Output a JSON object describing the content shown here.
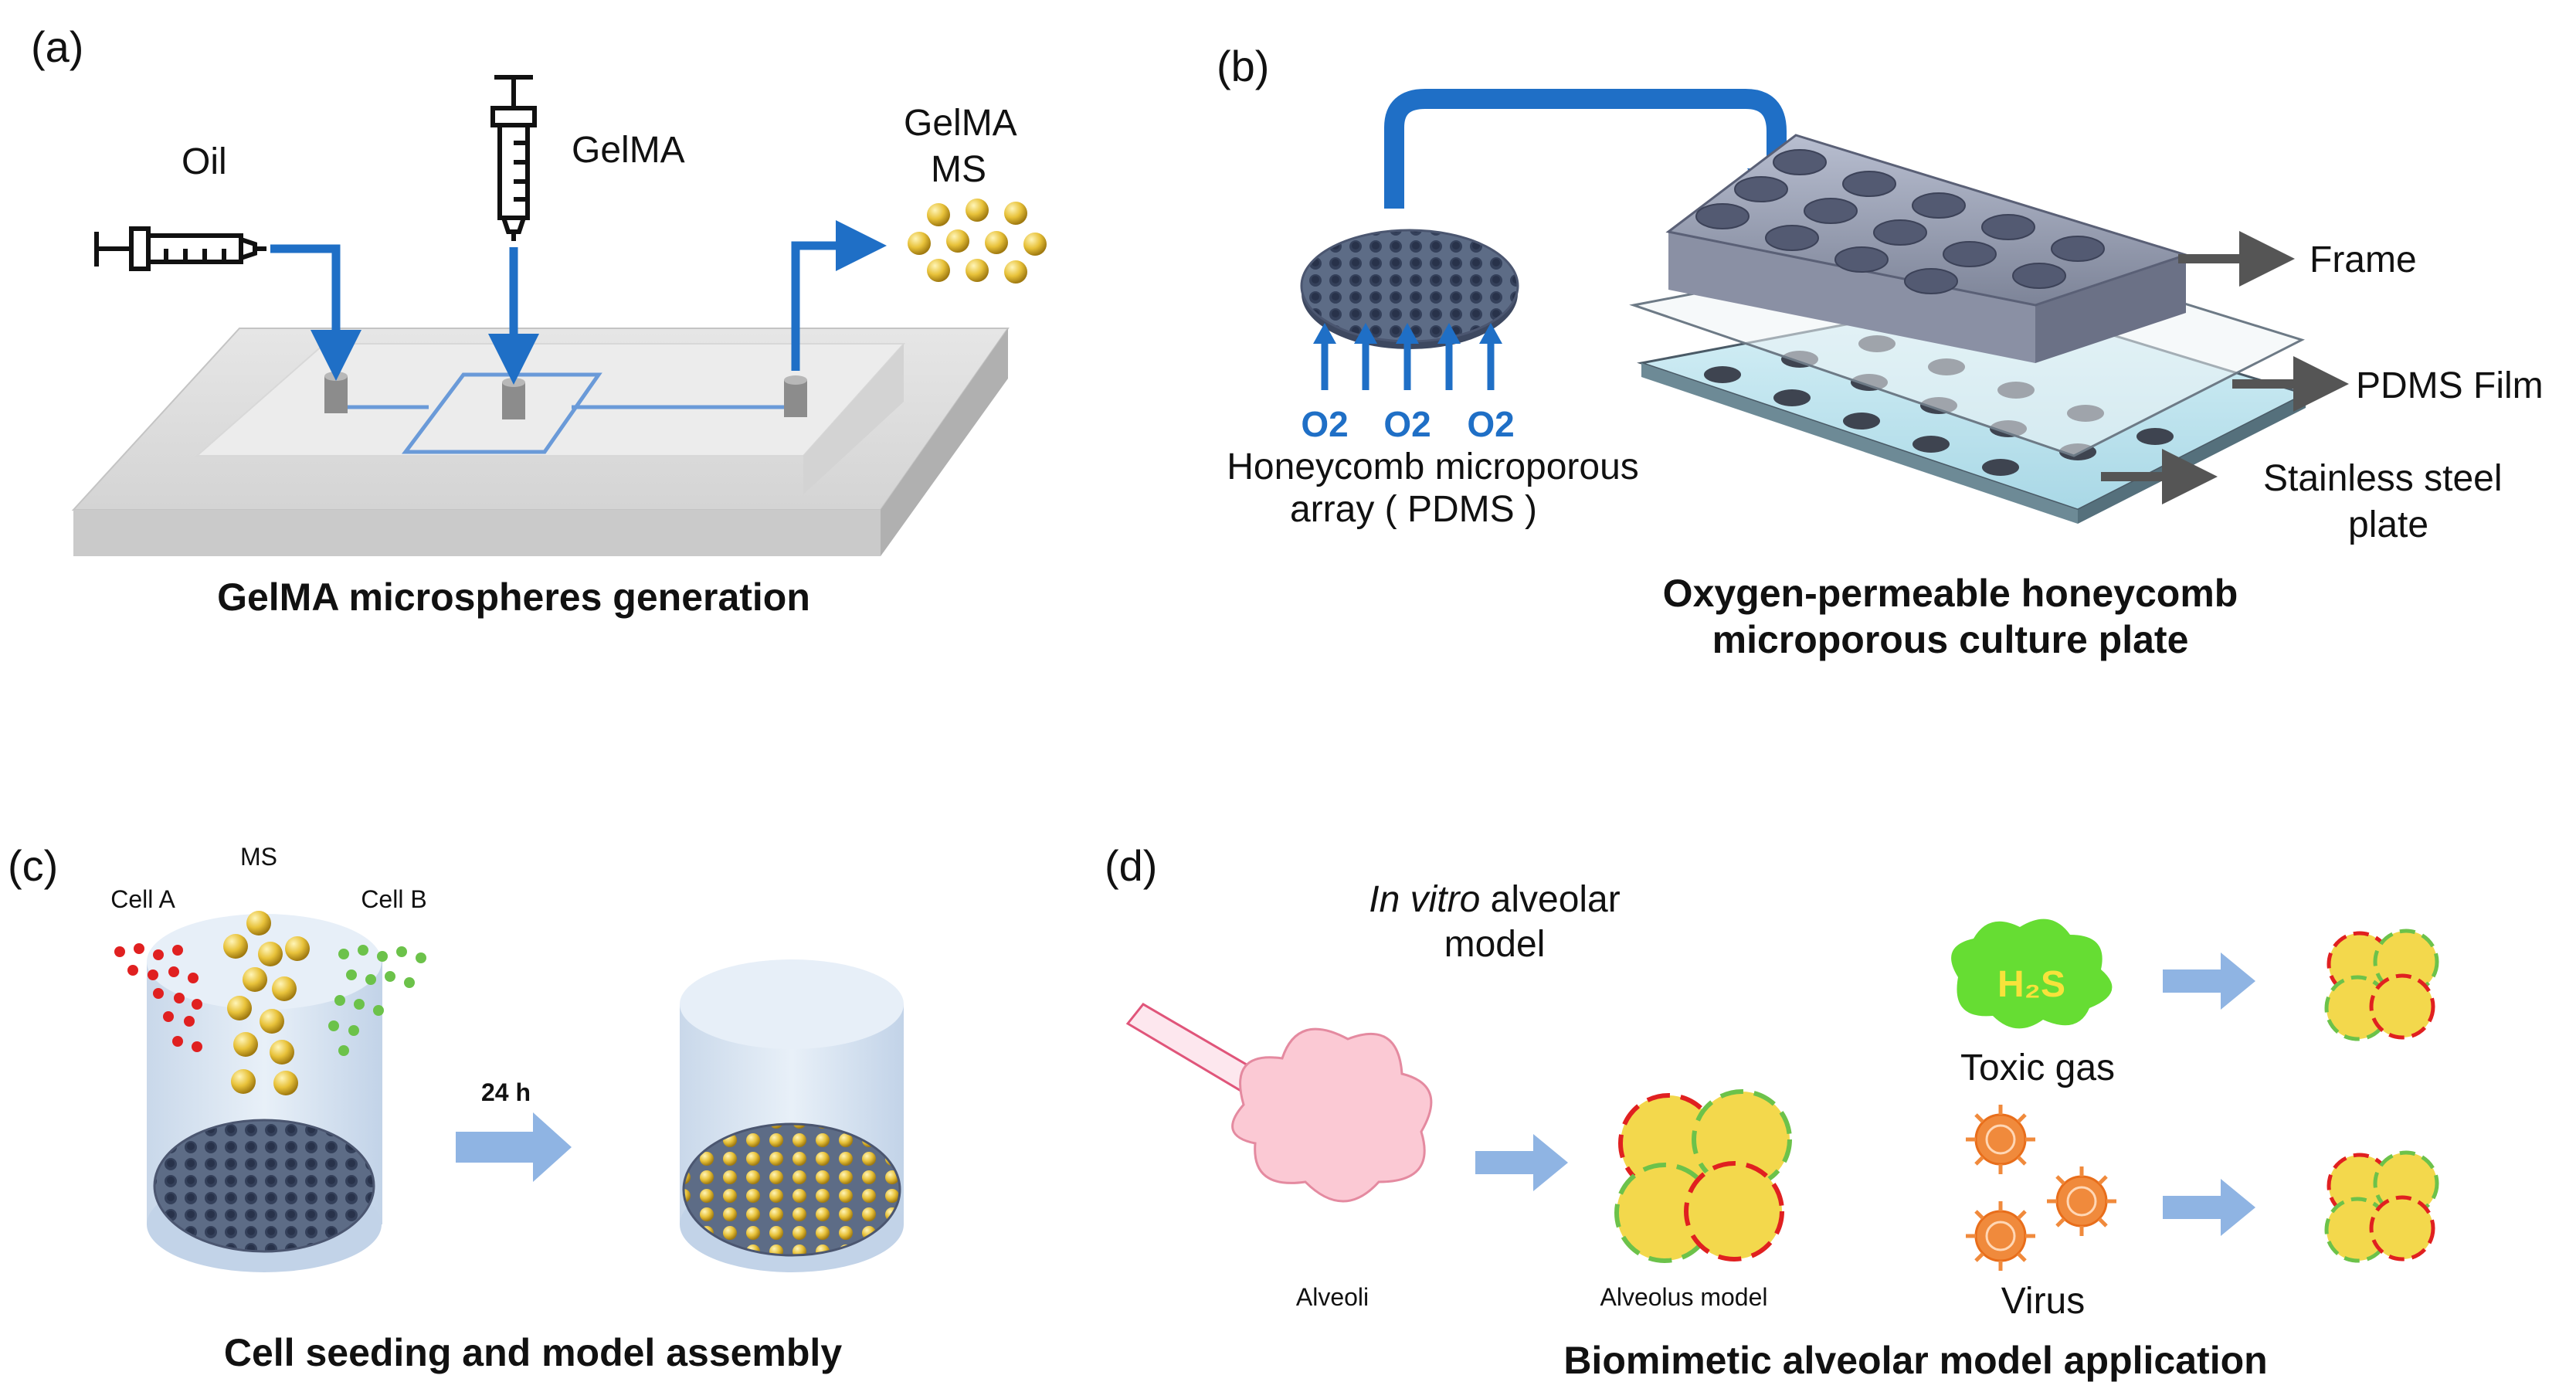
{
  "panel_a": {
    "tag": "(a)",
    "oil_label": "Oil",
    "gelma_label": "GelMA",
    "ms_label_line1": "GelMA",
    "ms_label_line2": "MS",
    "title": "GelMA microspheres generation"
  },
  "panel_b": {
    "tag": "(b)",
    "o2_labels": [
      "O2",
      "O2",
      "O2"
    ],
    "array_label_line1": "Honeycomb microporous",
    "array_label_line2": "array ( PDMS )",
    "frame_label": "Frame",
    "film_label": "PDMS Film",
    "steel_label_line1": "Stainless steel",
    "steel_label_line2": "plate",
    "title_line1": "Oxygen-permeable honeycomb",
    "title_line2": "microporous culture plate"
  },
  "panel_c": {
    "tag": "(c)",
    "ms_label": "MS",
    "cell_a_label": "Cell A",
    "cell_b_label": "Cell B",
    "time_label": "24 h",
    "title": "Cell seeding and model assembly"
  },
  "panel_d": {
    "tag": "(d)",
    "model_label_italic": "In vitro",
    "model_label_rest": " alveolar",
    "model_label_line2": "model",
    "alveoli_label": "Alveoli",
    "alveolus_model_label": "Alveolus model",
    "gas_formula": "H₂S",
    "toxic_label": "Toxic gas",
    "virus_label": "Virus",
    "title": "Biomimetic alveolar model application"
  },
  "colors": {
    "arrow_blue": "#1f6fc6",
    "soft_arrow": "#8fb4e3",
    "cell_a": "#e02020",
    "cell_b": "#6cc24a",
    "bead": "#e8c23a",
    "toxic_cloud": "#66dd33",
    "virus": "#f08a3c"
  }
}
